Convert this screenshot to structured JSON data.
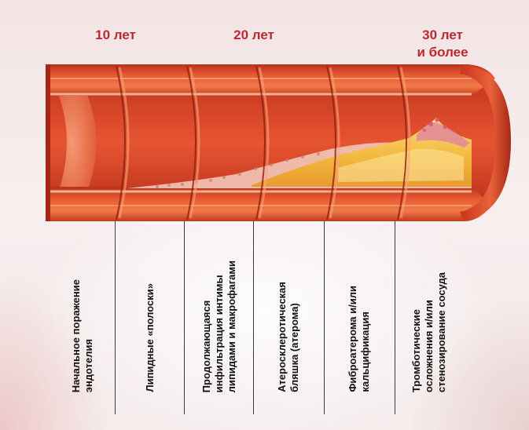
{
  "ages": {
    "age10": "10 лет",
    "age20": "20 лет",
    "age30": "30 лет\nи более"
  },
  "stages": [
    {
      "label": "Начальное поражение\nэндотелия"
    },
    {
      "label": "Липидные «полоски»"
    },
    {
      "label": "Продолжающаяся\nинфильтрация интимы\nлипидами и макрофагами"
    },
    {
      "label": "Атеросклеротическая\nбляшка (атерома)"
    },
    {
      "label": "Фиброатерома и/или\nкальцификация"
    },
    {
      "label": "Тромботические\nосложнения и/или\nстенозирование сосуда"
    }
  ],
  "colors": {
    "age_text": "#c0272d",
    "vessel_wall": "#d9472a",
    "plaque": "#f2c24a"
  }
}
